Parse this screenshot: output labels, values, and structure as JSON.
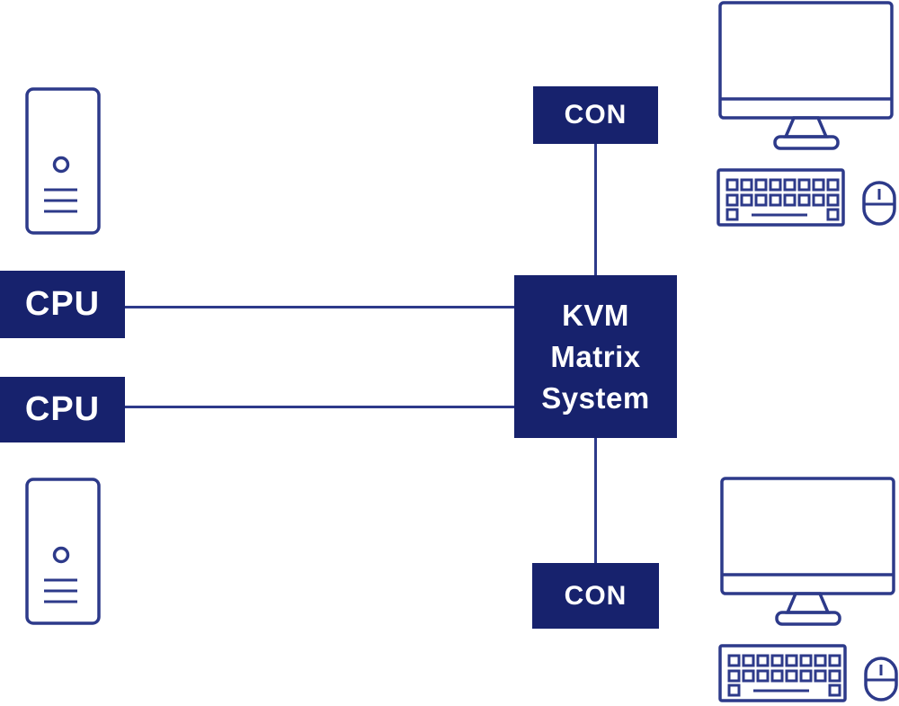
{
  "palette": {
    "navy": "#17226d",
    "line_blue": "#2d3a8a",
    "label_text": "#ffffff",
    "bg": "#ffffff"
  },
  "nodes": {
    "cpu_top": {
      "label": "CPU"
    },
    "cpu_bottom": {
      "label": "CPU"
    },
    "kvm": {
      "lines": [
        "KVM",
        "Matrix",
        "System"
      ]
    },
    "con_top": {
      "label": "CON"
    },
    "con_bottom": {
      "label": "CON"
    }
  },
  "icons": {
    "source_top": "computer-tower-icon",
    "source_bottom": "computer-tower-icon",
    "console_top": [
      "monitor-icon",
      "keyboard-icon",
      "mouse-icon"
    ],
    "console_bottom": [
      "monitor-icon",
      "keyboard-icon",
      "mouse-icon"
    ]
  },
  "connections": [
    {
      "from": "cpu_top",
      "to": "kvm"
    },
    {
      "from": "cpu_bottom",
      "to": "kvm"
    },
    {
      "from": "con_top",
      "to": "kvm"
    },
    {
      "from": "kvm",
      "to": "con_bottom"
    }
  ]
}
